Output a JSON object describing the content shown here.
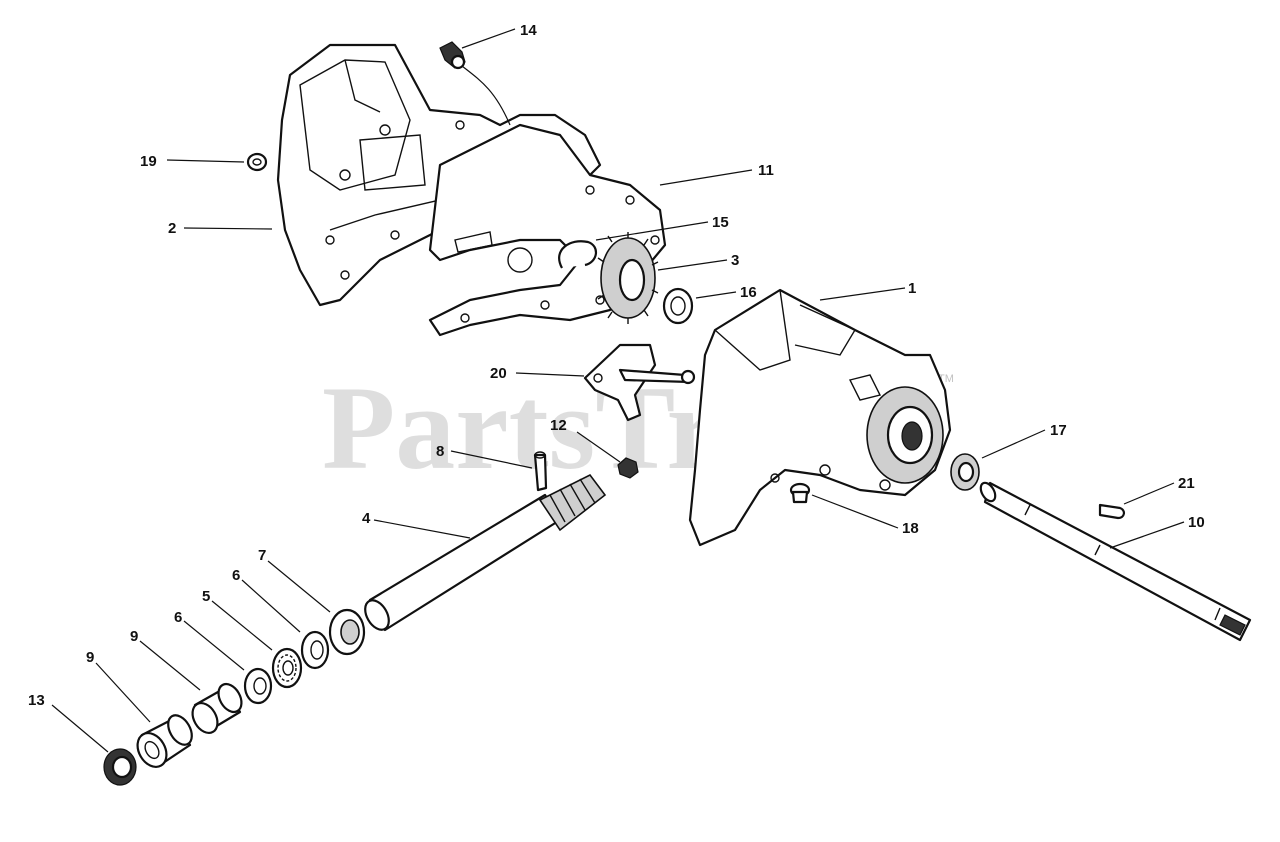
{
  "watermark": {
    "text": "PartsTree",
    "tm": "TM"
  },
  "callouts": [
    {
      "id": "14",
      "label": "14"
    },
    {
      "id": "19",
      "label": "19"
    },
    {
      "id": "2",
      "label": "2"
    },
    {
      "id": "11",
      "label": "11"
    },
    {
      "id": "15",
      "label": "15"
    },
    {
      "id": "3",
      "label": "3"
    },
    {
      "id": "16",
      "label": "16"
    },
    {
      "id": "1",
      "label": "1"
    },
    {
      "id": "20",
      "label": "20"
    },
    {
      "id": "12",
      "label": "12"
    },
    {
      "id": "8",
      "label": "8"
    },
    {
      "id": "17",
      "label": "17"
    },
    {
      "id": "21",
      "label": "21"
    },
    {
      "id": "18",
      "label": "18"
    },
    {
      "id": "10",
      "label": "10"
    },
    {
      "id": "4",
      "label": "4"
    },
    {
      "id": "7",
      "label": "7"
    },
    {
      "id": "6a",
      "label": "6"
    },
    {
      "id": "5",
      "label": "5"
    },
    {
      "id": "6b",
      "label": "6"
    },
    {
      "id": "9a",
      "label": "9"
    },
    {
      "id": "9b",
      "label": "9"
    },
    {
      "id": "13",
      "label": "13"
    }
  ]
}
